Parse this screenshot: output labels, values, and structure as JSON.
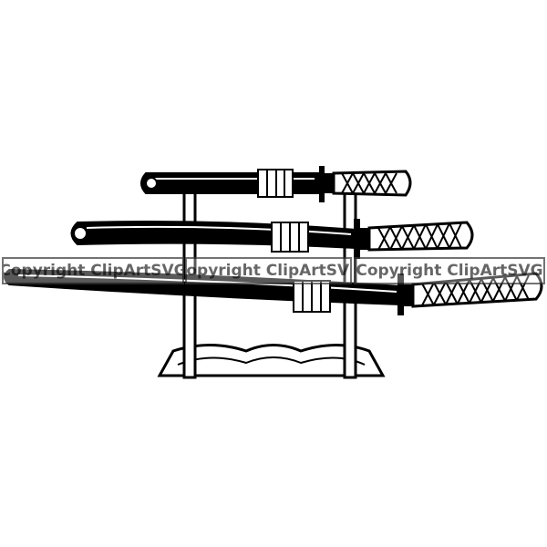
{
  "illustration": {
    "subject": "katana-sword-set-on-stand",
    "colors": {
      "ink": "#000000",
      "paper": "#ffffff"
    }
  },
  "watermark": {
    "items": [
      "Copyright ClipArtSVG",
      "Copyright ClipArtSVG",
      "Copyright ClipArtSVG"
    ]
  }
}
